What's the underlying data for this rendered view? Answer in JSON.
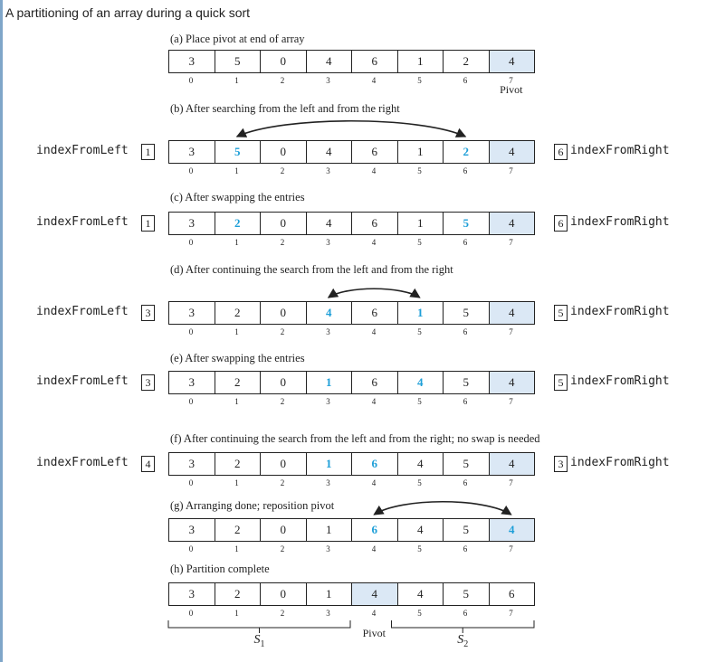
{
  "title": "A partitioning of an array during a quick sort",
  "steps": [
    {
      "label": "(a) Place pivot at end of array",
      "values": [
        "3",
        "5",
        "0",
        "4",
        "6",
        "1",
        "2",
        "4"
      ],
      "highlight": [],
      "pivot_index": 7,
      "left": null,
      "right": null
    },
    {
      "label": "(b) After searching from the left and from the right",
      "values": [
        "3",
        "5",
        "0",
        "4",
        "6",
        "1",
        "2",
        "4"
      ],
      "highlight": [
        1,
        6
      ],
      "pivot_index": 7,
      "left": "1",
      "right": "6"
    },
    {
      "label": "(c) After swapping the entries",
      "values": [
        "3",
        "2",
        "0",
        "4",
        "6",
        "1",
        "5",
        "4"
      ],
      "highlight": [
        1,
        6
      ],
      "pivot_index": 7,
      "left": "1",
      "right": "6"
    },
    {
      "label": "(d) After continuing the search from the left and from the right",
      "values": [
        "3",
        "2",
        "0",
        "4",
        "6",
        "1",
        "5",
        "4"
      ],
      "highlight": [
        3,
        5
      ],
      "pivot_index": 7,
      "left": "3",
      "right": "5"
    },
    {
      "label": "(e) After swapping the entries",
      "values": [
        "3",
        "2",
        "0",
        "1",
        "6",
        "4",
        "5",
        "4"
      ],
      "highlight": [
        3,
        5
      ],
      "pivot_index": 7,
      "left": "3",
      "right": "5"
    },
    {
      "label": "(f) After continuing the search from the left and from the right; no swap is needed",
      "values": [
        "3",
        "2",
        "0",
        "1",
        "6",
        "4",
        "5",
        "4"
      ],
      "highlight": [
        3,
        4
      ],
      "pivot_index": 7,
      "left": "4",
      "right": "3"
    },
    {
      "label": "(g) Arranging done; reposition pivot",
      "values": [
        "3",
        "2",
        "0",
        "1",
        "6",
        "4",
        "5",
        "4"
      ],
      "highlight": [
        4,
        7
      ],
      "pivot_index": 7,
      "left": null,
      "right": null
    },
    {
      "label": "(h) Partition complete",
      "values": [
        "3",
        "2",
        "0",
        "1",
        "4",
        "4",
        "5",
        "6"
      ],
      "highlight": [],
      "pivot_index": 4,
      "left": null,
      "right": null
    }
  ],
  "index_labels": [
    "0",
    "1",
    "2",
    "3",
    "4",
    "5",
    "6",
    "7"
  ],
  "pivot_caption": "Pivot",
  "left_pointer_name": "indexFromLeft",
  "right_pointer_name": "indexFromRight",
  "s1_label": "S",
  "s1_subscript": "1",
  "pivot_label": "Pivot",
  "s2_label": "S",
  "s2_subscript": "2",
  "colors": {
    "highlight": "#1e9fd8",
    "pivot_fill": "#dbe8f5"
  }
}
